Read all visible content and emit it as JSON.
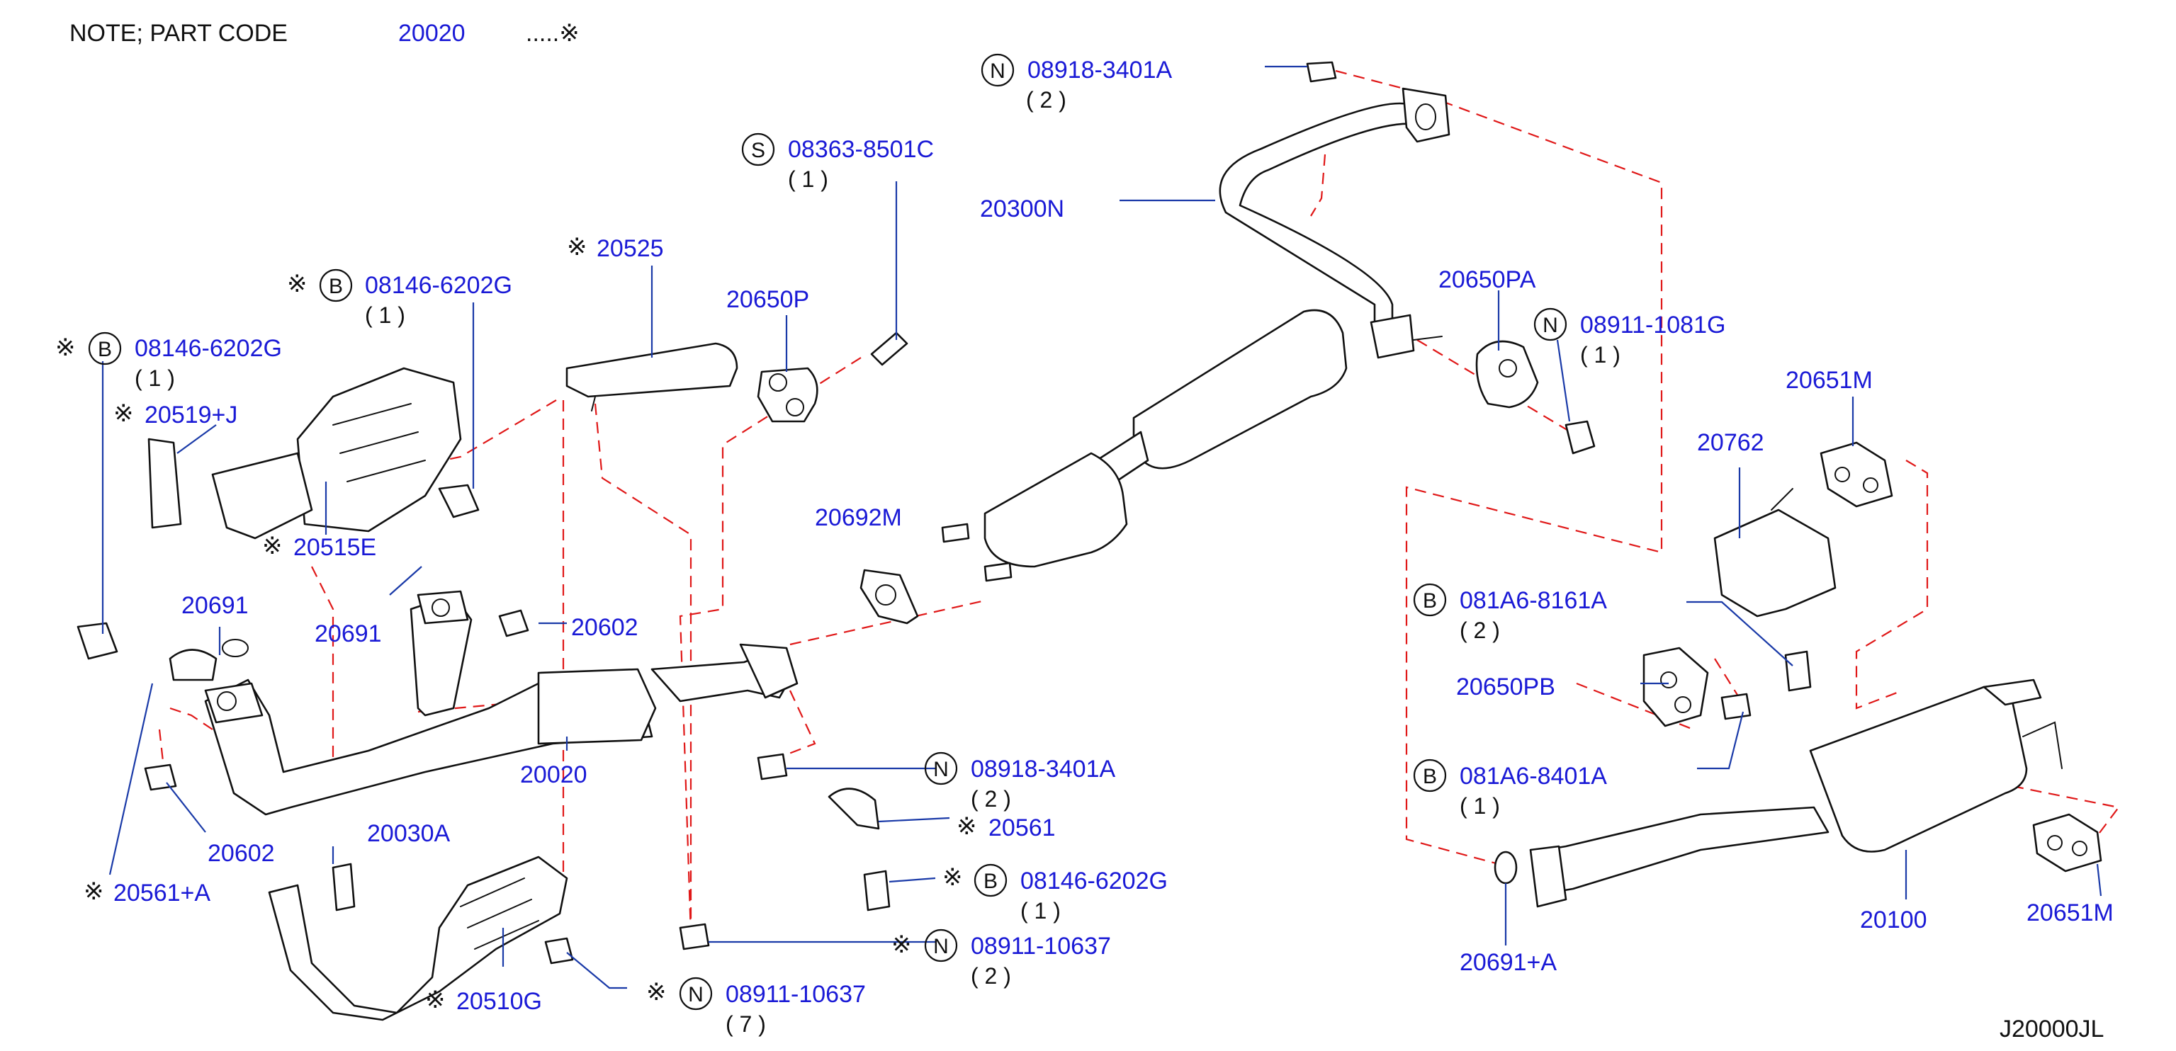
{
  "note": {
    "label": "NOTE;  PART  CODE",
    "code": "20020",
    "marker": ".....※"
  },
  "diagram_id": "J20000JL",
  "ref_mark": "※",
  "colors": {
    "label": "#1a1ad6",
    "leader": "#1a3aa8",
    "dashed": "#e01818",
    "line": "#111111"
  },
  "labels": {
    "p_08918_top": "08918-3401A",
    "p_08918_top_qty": "( 2   )",
    "p_08918_top_letter": "N",
    "p_08363": "08363-8501C",
    "p_08363_qty": "( 1 )",
    "p_08363_letter": "S",
    "p_20300N": "20300N",
    "p_20525": "20525",
    "p_08146_a": "08146-6202G",
    "p_08146_a_qty": "( 1 )",
    "p_08146_a_letter": "B",
    "p_08146_b": "08146-6202G",
    "p_08146_b_qty": "( 1 )",
    "p_08146_b_letter": "B",
    "p_20519": "20519+J",
    "p_20650P": "20650P",
    "p_20650PA": "20650PA",
    "p_08911_1081": "08911-1081G",
    "p_08911_1081_qty": "( 1   )",
    "p_08911_1081_letter": "N",
    "p_20651M_top": "20651M",
    "p_20762": "20762",
    "p_20692M": "20692M",
    "p_20515E": "20515E",
    "p_20691_a": "20691",
    "p_20691_b": "20691",
    "p_20602_a": "20602",
    "p_20602_b": "20602",
    "p_081A6_8161": "081A6-8161A",
    "p_081A6_8161_qty": "( 2   )",
    "p_081A6_8161_letter": "B",
    "p_20650PB": "20650PB",
    "p_081A6_8401": "081A6-8401A",
    "p_081A6_8401_qty": "( 1   )",
    "p_081A6_8401_letter": "B",
    "p_20020": "20020",
    "p_08918_mid": "08918-3401A",
    "p_08918_mid_qty": "( 2   )",
    "p_08918_mid_letter": "N",
    "p_20561": "20561",
    "p_20561A": "20561+A",
    "p_20030A": "20030A",
    "p_08146_c": "08146-6202G",
    "p_08146_c_qty": "( 1 )",
    "p_08146_c_letter": "B",
    "p_08911_10637_a": "08911-10637",
    "p_08911_10637_a_qty": "( 2   )",
    "p_08911_10637_a_letter": "N",
    "p_08911_10637_b": "08911-10637",
    "p_08911_10637_b_qty": "( 7   )",
    "p_08911_10637_b_letter": "N",
    "p_20510G": "20510G",
    "p_20100": "20100",
    "p_20651M_bot": "20651M",
    "p_20691A": "20691+A"
  }
}
